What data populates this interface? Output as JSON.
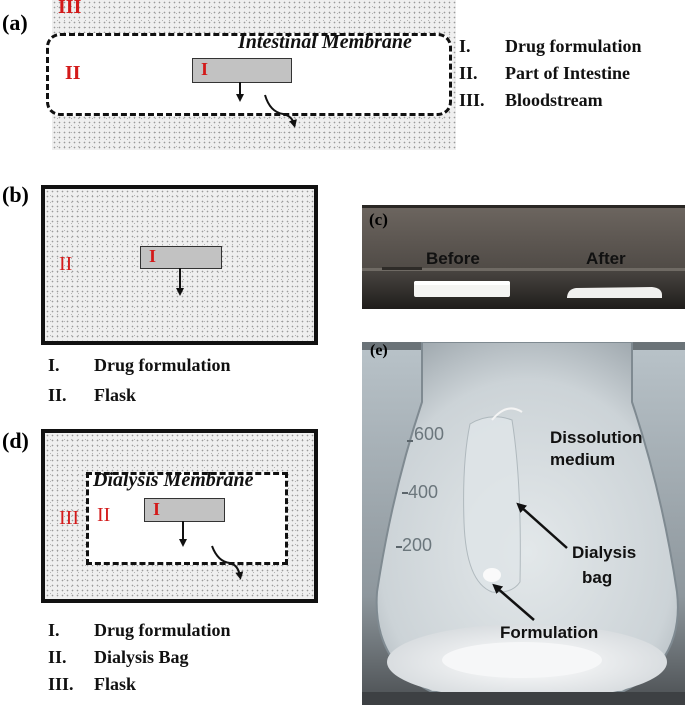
{
  "panel_a": {
    "label": "(a)",
    "region_iii": "III",
    "region_ii": "II",
    "region_i": "I",
    "membrane": "Intestinal Membrane",
    "legend": [
      {
        "num": "I.",
        "text": "Drug formulation"
      },
      {
        "num": "II.",
        "text": "Part of Intestine"
      },
      {
        "num": "III.",
        "text": "Bloodstream"
      }
    ]
  },
  "panel_b": {
    "label": "(b)",
    "region_ii": "II",
    "region_i": "I",
    "legend": [
      {
        "num": "I.",
        "text": "Drug formulation"
      },
      {
        "num": "II.",
        "text": "Flask"
      }
    ]
  },
  "panel_c": {
    "label": "(c)",
    "before": "Before",
    "after": "After"
  },
  "panel_d": {
    "label": "(d)",
    "region_iii": "III",
    "region_ii": "II",
    "region_i": "I",
    "membrane": "Dialysis Membrane",
    "legend": [
      {
        "num": "I.",
        "text": "Drug formulation"
      },
      {
        "num": "II.",
        "text": "Dialysis Bag"
      },
      {
        "num": "III.",
        "text": "Flask"
      }
    ]
  },
  "panel_e": {
    "label": "(e)",
    "graduations": [
      "600",
      "400",
      "200"
    ],
    "dissolution_line1": "Dissolution",
    "dissolution_line2": "medium",
    "dialysis_line1": "Dialysis",
    "dialysis_line2": "bag",
    "formulation": "Formulation"
  },
  "colors": {
    "region_label_red": "#d31a1a",
    "drug_gray": "#c2c2c2"
  }
}
